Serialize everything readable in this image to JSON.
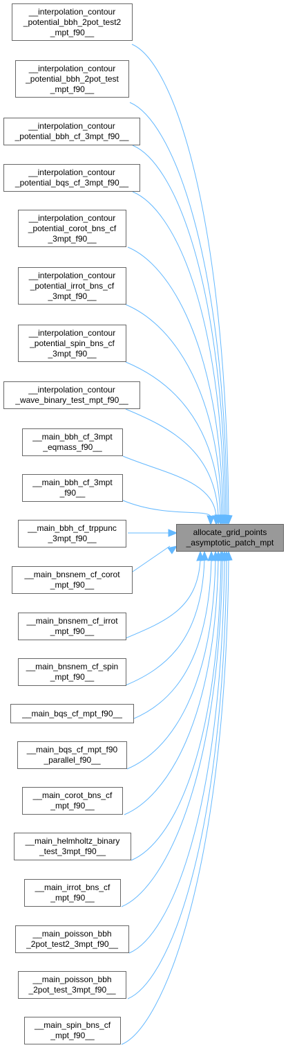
{
  "colors": {
    "edge": "#63b8ff",
    "node_border": "#666666",
    "target_fill": "#999999"
  },
  "target": {
    "lines": [
      "allocate_grid_points",
      "_asymptotic_patch_mpt"
    ]
  },
  "callers": [
    {
      "lines": [
        "__interpolation_contour",
        "_potential_bbh_2pot_test2",
        "_mpt_f90__"
      ]
    },
    {
      "lines": [
        "__interpolation_contour",
        "_potential_bbh_2pot_test",
        "_mpt_f90__"
      ]
    },
    {
      "lines": [
        "__interpolation_contour",
        "_potential_bbh_cf_3mpt_f90__"
      ]
    },
    {
      "lines": [
        "__interpolation_contour",
        "_potential_bqs_cf_3mpt_f90__"
      ]
    },
    {
      "lines": [
        "__interpolation_contour",
        "_potential_corot_bns_cf",
        "_3mpt_f90__"
      ]
    },
    {
      "lines": [
        "__interpolation_contour",
        "_potential_irrot_bns_cf",
        "_3mpt_f90__"
      ]
    },
    {
      "lines": [
        "__interpolation_contour",
        "_potential_spin_bns_cf",
        "_3mpt_f90__"
      ]
    },
    {
      "lines": [
        "__interpolation_contour",
        "_wave_binary_test_mpt_f90__"
      ]
    },
    {
      "lines": [
        "__main_bbh_cf_3mpt",
        "_eqmass_f90__"
      ]
    },
    {
      "lines": [
        "__main_bbh_cf_3mpt",
        "_f90__"
      ]
    },
    {
      "lines": [
        "__main_bbh_cf_trppunc",
        "_3mpt_f90__"
      ]
    },
    {
      "lines": [
        "__main_bnsnem_cf_corot",
        "_mpt_f90__"
      ]
    },
    {
      "lines": [
        "__main_bnsnem_cf_irrot",
        "_mpt_f90__"
      ]
    },
    {
      "lines": [
        "__main_bnsnem_cf_spin",
        "_mpt_f90__"
      ]
    },
    {
      "lines": [
        "__main_bqs_cf_mpt_f90__"
      ]
    },
    {
      "lines": [
        "__main_bqs_cf_mpt_f90",
        "_parallel_f90__"
      ]
    },
    {
      "lines": [
        "__main_corot_bns_cf",
        "_mpt_f90__"
      ]
    },
    {
      "lines": [
        "__main_helmholtz_binary",
        "_test_3mpt_f90__"
      ]
    },
    {
      "lines": [
        "__main_irrot_bns_cf",
        "_mpt_f90__"
      ]
    },
    {
      "lines": [
        "__main_poisson_bbh",
        "_2pot_test2_3mpt_f90__"
      ]
    },
    {
      "lines": [
        "__main_poisson_bbh",
        "_2pot_test_3mpt_f90__"
      ]
    },
    {
      "lines": [
        "__main_spin_bns_cf",
        "_mpt_f90__"
      ]
    }
  ]
}
